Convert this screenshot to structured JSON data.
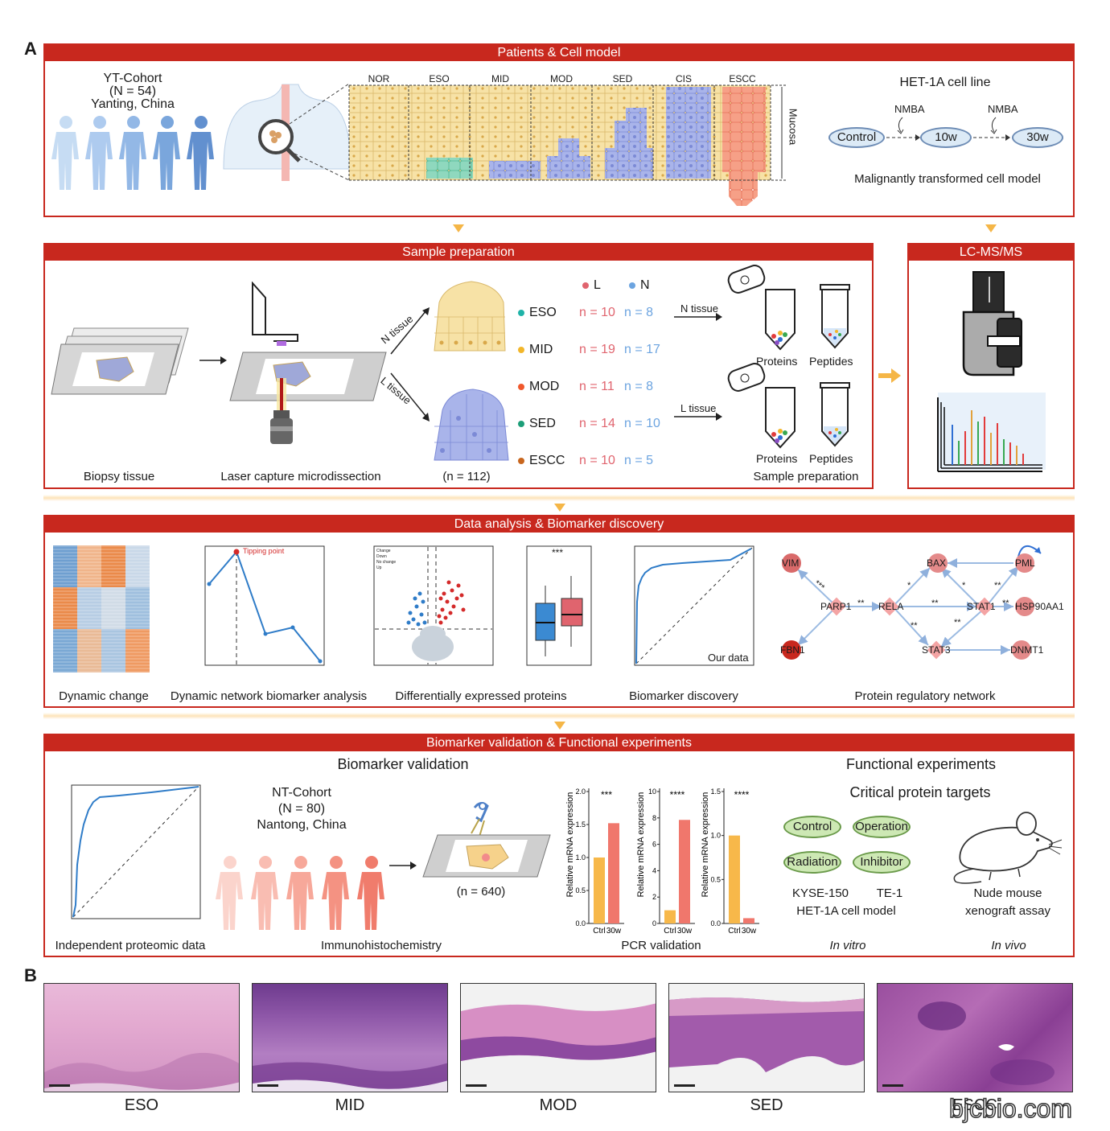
{
  "panel_letters": {
    "a": "A",
    "b": "B"
  },
  "patients_panel": {
    "title": "Patients & Cell model",
    "cohort_name": "YT-Cohort",
    "cohort_n": "(N = 54)",
    "cohort_place": "Yanting, China",
    "stages": [
      "NOR",
      "ESO",
      "MID",
      "MOD",
      "SED",
      "CIS",
      "ESCC"
    ],
    "mucosa_label": "Mucosa",
    "cell_line_title": "HET-1A cell line",
    "nmba_1": "NMBA",
    "nmba_2": "NMBA",
    "dish_control": "Control",
    "dish_10w": "10w",
    "dish_30w": "30w",
    "cell_model_caption": "Malignantly transformed cell model"
  },
  "sample_panel": {
    "title": "Sample preparation",
    "legend_l": "L",
    "legend_n": "N",
    "groups": [
      {
        "name": "ESO",
        "l": "n = 10",
        "n": "n = 8",
        "color": "#1fb3a8"
      },
      {
        "name": "MID",
        "l": "n = 19",
        "n": "n = 17",
        "color": "#f2b62a"
      },
      {
        "name": "MOD",
        "l": "n = 11",
        "n": "n = 8",
        "color": "#f0582c"
      },
      {
        "name": "SED",
        "l": "n = 14",
        "n": "n = 10",
        "color": "#1c9e78"
      },
      {
        "name": "ESCC",
        "l": "n = 10",
        "n": "n = 5",
        "color": "#c8661e"
      }
    ],
    "n_tissue_diag": "N tissue",
    "l_tissue_diag": "L tissue",
    "n_tissue_arrow": "N tissue",
    "l_tissue_arrow": "L tissue",
    "proteins_1": "Proteins",
    "peptides_1": "Peptides",
    "proteins_2": "Proteins",
    "peptides_2": "Peptides",
    "total": "(n = 112)",
    "cap_biopsy": "Biopsy tissue",
    "cap_lcm": "Laser capture microdissection",
    "cap_sample": "Sample preparation"
  },
  "lcms_panel": {
    "title": "LC-MS/MS"
  },
  "analysis_panel": {
    "title": "Data analysis & Biomarker discovery",
    "tipping_point": "Tipping point",
    "volcano_legend": [
      "Change",
      "Down",
      "No change",
      "Up"
    ],
    "box_sig": "***",
    "roc_label": "Our data",
    "captions": [
      "Dynamic change",
      "Dynamic network biomarker analysis",
      "Differentially expressed proteins",
      "Biomarker discovery",
      "Protein regulatory network"
    ],
    "network_nodes": [
      "VIM",
      "PARP1",
      "FBN1",
      "RELA",
      "BAX",
      "PML",
      "STAT1",
      "HSP90AA1",
      "STAT3",
      "DNMT1"
    ],
    "network_sigs": [
      "***",
      "**",
      "**",
      "*",
      "**",
      "**",
      "*",
      "**",
      "**"
    ]
  },
  "validation_panel": {
    "title": "Biomarker validation & Functional experiments",
    "sub_validation": "Biomarker validation",
    "sub_functional": "Functional experiments",
    "critical_targets": "Critical protein targets",
    "cohort_name": "NT-Cohort",
    "cohort_n": "(N = 80)",
    "cohort_place": "Nantong, China",
    "ihc_n": "(n = 640)",
    "dish_control": "Control",
    "dish_operation": "Operation",
    "dish_radiation": "Radiation",
    "dish_inhibitor": "Inhibitor",
    "kyse": "KYSE-150",
    "te1": "TE-1",
    "het": "HET-1A cell model",
    "nude": "Nude mouse",
    "xeno": "xenograft assay",
    "in_vitro": "In vitro",
    "in_vivo": "In vivo",
    "captions": [
      "Independent proteomic data",
      "Immunohistochemistry",
      "PCR validation"
    ]
  },
  "chart_data": [
    {
      "type": "bar",
      "ylabel": "Relative mRNA expression",
      "categories": [
        "Ctrl",
        "30w"
      ],
      "values": [
        1.0,
        1.52
      ],
      "ylim": [
        0,
        2.0
      ],
      "yticks": [
        "0.0",
        "0.5",
        "1.0",
        "1.5",
        "2.0"
      ],
      "significance": "***",
      "colors": [
        "#f7b84a",
        "#f0776c"
      ]
    },
    {
      "type": "bar",
      "ylabel": "Relative mRNA expression",
      "categories": [
        "Ctrl",
        "30w"
      ],
      "values": [
        1.0,
        7.85
      ],
      "ylim": [
        0,
        10
      ],
      "yticks": [
        "0",
        "2",
        "4",
        "6",
        "8",
        "10"
      ],
      "significance": "****",
      "colors": [
        "#f7b84a",
        "#f0776c"
      ]
    },
    {
      "type": "bar",
      "ylabel": "Relative mRNA expression",
      "categories": [
        "Ctrl",
        "30w"
      ],
      "values": [
        1.0,
        0.06
      ],
      "ylim": [
        0,
        1.5
      ],
      "yticks": [
        "0.0",
        "0.5",
        "1.0",
        "1.5"
      ],
      "significance": "****",
      "colors": [
        "#f7b84a",
        "#f0776c"
      ]
    }
  ],
  "histology": {
    "labels": [
      "ESO",
      "MID",
      "MOD",
      "SED",
      "ESCC"
    ]
  },
  "watermark": "bjcbio.com"
}
